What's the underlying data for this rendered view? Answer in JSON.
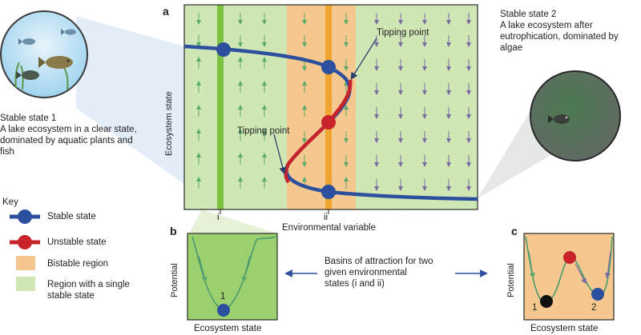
{
  "panels": {
    "a": "a",
    "b": "b",
    "c": "c"
  },
  "stable_state_1": {
    "title": "Stable state 1",
    "lines": [
      "A lake ecosystem in a clear state,",
      "dominated by aquatic plants and",
      "fish"
    ]
  },
  "stable_state_2": {
    "title": "Stable state 2",
    "lines": [
      "A lake ecosystem after",
      "eutrophication, dominated by",
      "algae"
    ]
  },
  "main_plot": {
    "ylabel": "Ecosystem state",
    "xlabel": "Environmental variable",
    "tipping_upper": "Tipping point",
    "tipping_lower": "Tipping point",
    "tick_i": "i",
    "tick_ii": "ii"
  },
  "key": {
    "title": "Key",
    "items": [
      {
        "label": "Stable state",
        "color": "#2c4f9e"
      },
      {
        "label": "Unstable state",
        "color": "#c8232a"
      },
      {
        "label": "Bistable region",
        "color": "#f4c88e"
      },
      {
        "label": "Region with a single",
        "label2": "stable state",
        "color": "#cfe7b4"
      }
    ]
  },
  "panel_b": {
    "ylabel": "Potential",
    "xlabel": "Ecosystem state",
    "ball_label": "1"
  },
  "panel_c": {
    "ylabel": "Potential",
    "xlabel": "Ecosystem state",
    "ball1_label": "1",
    "ball2_label": "2"
  },
  "basins": {
    "lines": [
      "Basins of attraction for two",
      "given environmental",
      "states (i and ii)"
    ]
  },
  "colors": {
    "stable": "#2c4f9e",
    "unstable": "#c8232a",
    "bistable": "#f4c88e",
    "single": "#cfe7b4",
    "green_bar": "#7cc242",
    "orange_bar": "#f0a530"
  }
}
